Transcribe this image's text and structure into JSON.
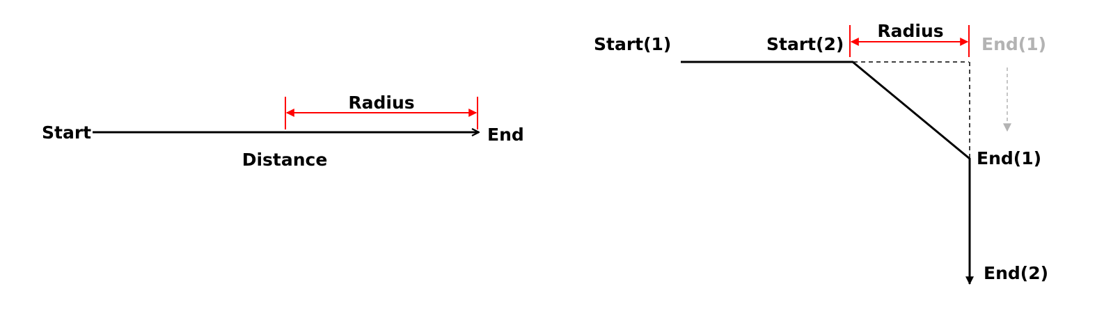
{
  "colors": {
    "line": "#000000",
    "dimension": "#ff0000",
    "muted": "#b3b3b3"
  },
  "left_diagram": {
    "start_label": "Start",
    "end_label": "End",
    "radius_label": "Radius",
    "distance_label": "Distance"
  },
  "right_diagram": {
    "start1_label": "Start(1)",
    "start2_label": "Start(2)",
    "radius_label": "Radius",
    "end1_original_label": "End(1)",
    "end1_label": "End(1)",
    "end2_label": "End(2)"
  }
}
